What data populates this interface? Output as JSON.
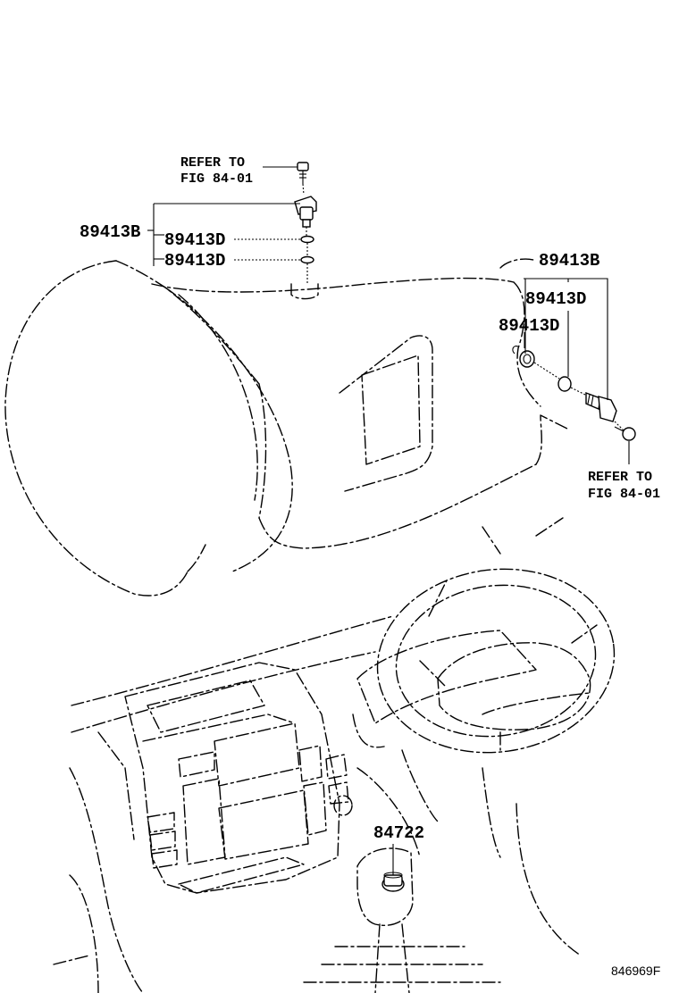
{
  "labels": {
    "refer_top_line1": "REFER TO",
    "refer_top_line2": "FIG 84-01",
    "part_left_group": "89413B",
    "part_left_upper": "89413D",
    "part_left_lower": "89413D",
    "part_right_group": "89413B",
    "part_right_upper": "89413D",
    "part_right_lower": "89413D",
    "refer_right_line1": "REFER TO",
    "refer_right_line2": "FIG 84-01",
    "part_shift": "84722",
    "figure_code": "846969F"
  }
}
